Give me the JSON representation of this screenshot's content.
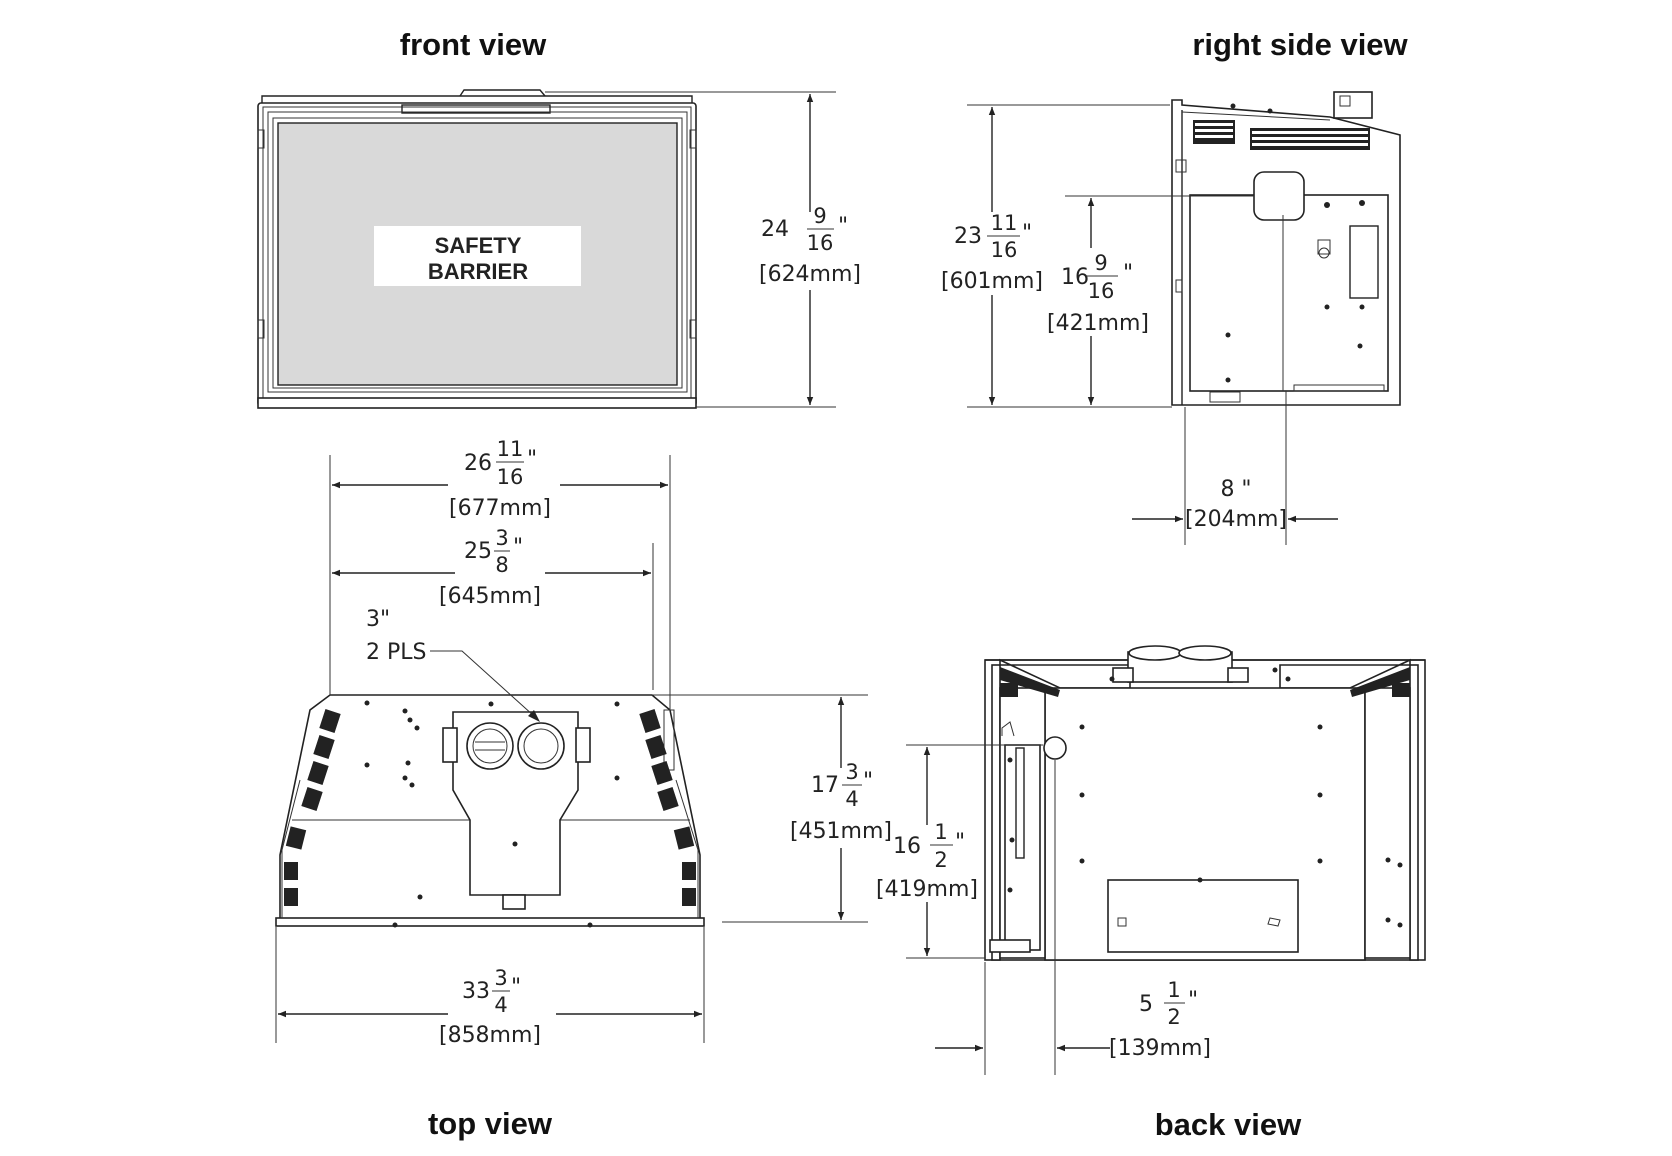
{
  "views": {
    "front": {
      "title": "front view",
      "label": "SAFETY\nBARRIER",
      "label_line1": "SAFETY",
      "label_line2": "BARRIER",
      "height": {
        "whole": "24",
        "num": "9",
        "den": "16",
        "unit": "\"",
        "mm": "[624mm]"
      }
    },
    "right": {
      "title": "right side view",
      "height": {
        "whole": "23",
        "num": "11",
        "den": "16",
        "unit": "\"",
        "mm": "[601mm]"
      },
      "inner_height": {
        "whole": "16",
        "num": "9",
        "den": "16",
        "unit": "\"",
        "mm": "[421mm]"
      },
      "offset": {
        "text": "8 \"",
        "mm": "[204mm]"
      }
    },
    "top": {
      "title": "top view",
      "overall_width": {
        "whole": "26",
        "num": "11",
        "den": "16",
        "unit": "\"",
        "mm": "[677mm]"
      },
      "inner_width": {
        "whole": "25",
        "num": "3",
        "den": "8",
        "unit": "\"",
        "mm": "[645mm]"
      },
      "vent_note_line1": "3\"",
      "vent_note_line2": "2 PLS",
      "depth": {
        "whole": "17",
        "num": "3",
        "den": "4",
        "unit": "\"",
        "mm": "[451mm]"
      },
      "bottom_width": {
        "whole": "33",
        "num": "3",
        "den": "4",
        "unit": "\"",
        "mm": "[858mm]"
      }
    },
    "back": {
      "title": "back view",
      "height": {
        "whole": "16",
        "num": "1",
        "den": "2",
        "unit": "\"",
        "mm": "[419mm]"
      },
      "offset": {
        "whole": "5",
        "num": "1",
        "den": "2",
        "unit": "\"",
        "mm": "[139mm]"
      }
    }
  }
}
